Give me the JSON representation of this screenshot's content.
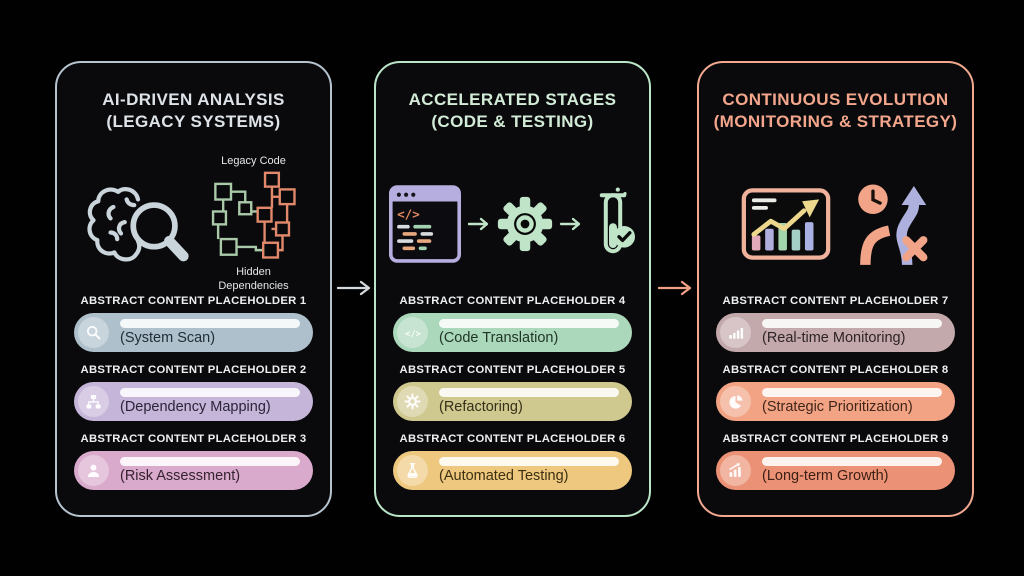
{
  "diagram": {
    "background": "#010102",
    "panel_background": "#0a0a0c"
  },
  "glyphs": {
    "code": "</>"
  },
  "connectors": [
    {
      "name": "arrow-analysis-to-stages",
      "color": "#d3d9dd"
    },
    {
      "name": "arrow-stages-to-evolution",
      "color": "#ef9f83"
    }
  ],
  "panels": [
    {
      "title_line1": "AI-DRIVEN ANALYSIS",
      "title_line2": "(LEGACY SYSTEMS)",
      "border_color": "#b5c4cf",
      "title_color": "#dde3e8",
      "captions": {
        "top": "Legacy Code",
        "bottom": "Hidden Dependencies"
      },
      "items": [
        {
          "label": "ABSTRACT CONTENT PLACEHOLDER 1",
          "text": "(System Scan)",
          "icon": "magnifier-icon",
          "bg": "#aec0cb",
          "text_color": "#222e37"
        },
        {
          "label": "ABSTRACT CONTENT PLACEHOLDER 2",
          "text": "(Dependency Mapping)",
          "icon": "sitemap-icon",
          "bg": "#c5b5d9",
          "text_color": "#2b2438"
        },
        {
          "label": "ABSTRACT CONTENT PLACEHOLDER 3",
          "text": "(Risk Assessment)",
          "icon": "person-icon",
          "bg": "#d9aacb",
          "text_color": "#35222f"
        }
      ]
    },
    {
      "title_line1": "ACCELERATED STAGES",
      "title_line2": "(CODE & TESTING)",
      "border_color": "#bbe5c8",
      "title_color": "#d3ecd8",
      "items": [
        {
          "label": "ABSTRACT CONTENT PLACEHOLDER 4",
          "text": "(Code Translation)",
          "icon": "code-icon",
          "bg": "#abd7bb",
          "text_color": "#1f3527"
        },
        {
          "label": "ABSTRACT CONTENT PLACEHOLDER 5",
          "text": "(Refactoring)",
          "icon": "gear-icon",
          "bg": "#cfc88f",
          "text_color": "#35301a"
        },
        {
          "label": "ABSTRACT CONTENT PLACEHOLDER 6",
          "text": "(Automated Testing)",
          "icon": "flask-icon",
          "bg": "#edc87e",
          "text_color": "#3d2f12"
        }
      ]
    },
    {
      "title_line1": "CONTINUOUS EVOLUTION",
      "title_line2": "(MONITORING & STRATEGY)",
      "border_color": "#f2a98f",
      "title_color": "#f3a68c",
      "items": [
        {
          "label": "ABSTRACT CONTENT PLACEHOLDER 7",
          "text": "(Real-time Monitoring)",
          "icon": "signal-bars-icon",
          "bg": "#c3a9ac",
          "text_color": "#2e2326"
        },
        {
          "label": "ABSTRACT CONTENT PLACEHOLDER 8",
          "text": "(Strategic Prioritization)",
          "icon": "pie-chart-icon",
          "bg": "#f1a384",
          "text_color": "#41251a"
        },
        {
          "label": "ABSTRACT CONTENT PLACEHOLDER 9",
          "text": "(Long-term Growth)",
          "icon": "growth-chart-icon",
          "bg": "#eb9175",
          "text_color": "#3d2015"
        }
      ]
    }
  ]
}
